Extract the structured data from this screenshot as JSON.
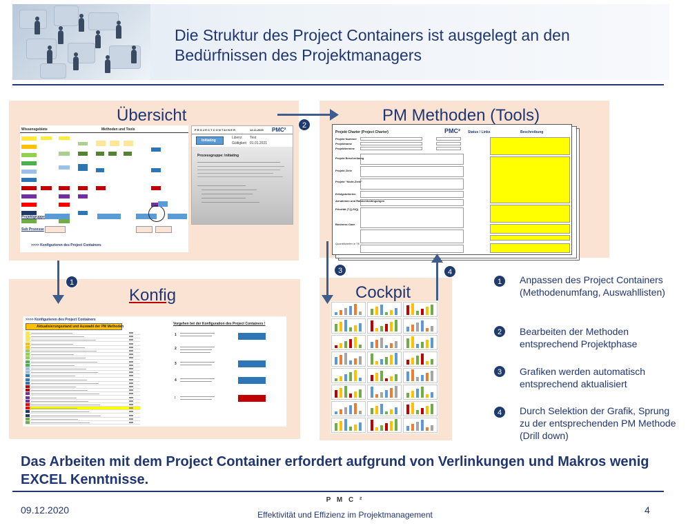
{
  "slide": {
    "title_line1": "Die Struktur des Project Containers ist ausgelegt an den",
    "title_line2": "Bedürfnissen des Projektmanagers"
  },
  "panels": {
    "uebersicht": {
      "title": "Übersicht",
      "left_heading_1": "Wissensgebiete",
      "left_heading_2": "Methoden und Tools",
      "phase_label": "Projektgruppen",
      "sub_label": "Sub Prozesse",
      "config_link": ">>>> Konfigurieren des Project Containers",
      "right_header": "P R O J E C T     C O N T A I N E R",
      "right_date": "12.11.2020",
      "right_logo": "PMC²",
      "right_phase": "Initiating",
      "right_lizenz": "Lizenz",
      "right_lizenz_val": "Test",
      "right_gueltig": "Gültigkeit",
      "right_gueltig_val": "01.01.2021",
      "right_section": "Prozessgruppe: Initiating"
    },
    "methoden": {
      "title": "PM Methoden (Tools)",
      "doc_title": "Projekt Charter (Project Charter)",
      "doc_logo": "PMC²",
      "col_status": "Status / Links",
      "col_desc": "Beschreibung",
      "rows": [
        "Projekt Nummer",
        "Projektname",
        "Projekttermine",
        "Projekt Beschreibung",
        "Projekt Ziele",
        "Projekt \"Nicht-Ziele\"",
        "Erfolgskriterien",
        "Annahmen und Rahmenbedingungen",
        "Priorität (T,Q,S/Q)",
        "Business Case",
        "Quantifizierter in T€"
      ]
    },
    "konfig": {
      "title": "Konfig",
      "doc_title": ">>>> Konfigurieren des Project Containers",
      "table_head": "Aktualisierungsstand und Auswahl der PM Methoden",
      "right_head": "Vorgehen bei der Konfiguration des Project Containers !",
      "steps": [
        "1",
        "2",
        "3",
        "4",
        "!"
      ]
    },
    "cockpit": {
      "title": "Cockpit"
    }
  },
  "legend": [
    {
      "num": "1",
      "text": "Anpassen des Project Containers (Methodenumfang, Auswahllisten)"
    },
    {
      "num": "2",
      "text": "Bearbeiten der Methoden entsprechend Projektphase"
    },
    {
      "num": "3",
      "text": "Grafiken werden automatisch entsprechend aktualisiert"
    },
    {
      "num": "4",
      "text": "Durch Selektion der Grafik, Sprung zu der entsprechenden PM Methode (Drill down)"
    }
  ],
  "arrows": {
    "a1": "1",
    "a2": "2",
    "a3": "3",
    "a4": "4"
  },
  "bottom_text": "Das Arbeiten mit dem Project Container erfordert aufgrund von Verlinkungen und Makros wenig EXCEL Kenntnisse.",
  "footer": {
    "date": "09.12.2020",
    "logo": "P M C ²",
    "subtitle": "Effektivität und Effizienz im Projektmanagement",
    "page": "4"
  },
  "colors": {
    "accent": "#1f3673",
    "panel_bg": "#fbe3d4",
    "badge": "#1f3b6e",
    "highlight": "#ffff00"
  }
}
